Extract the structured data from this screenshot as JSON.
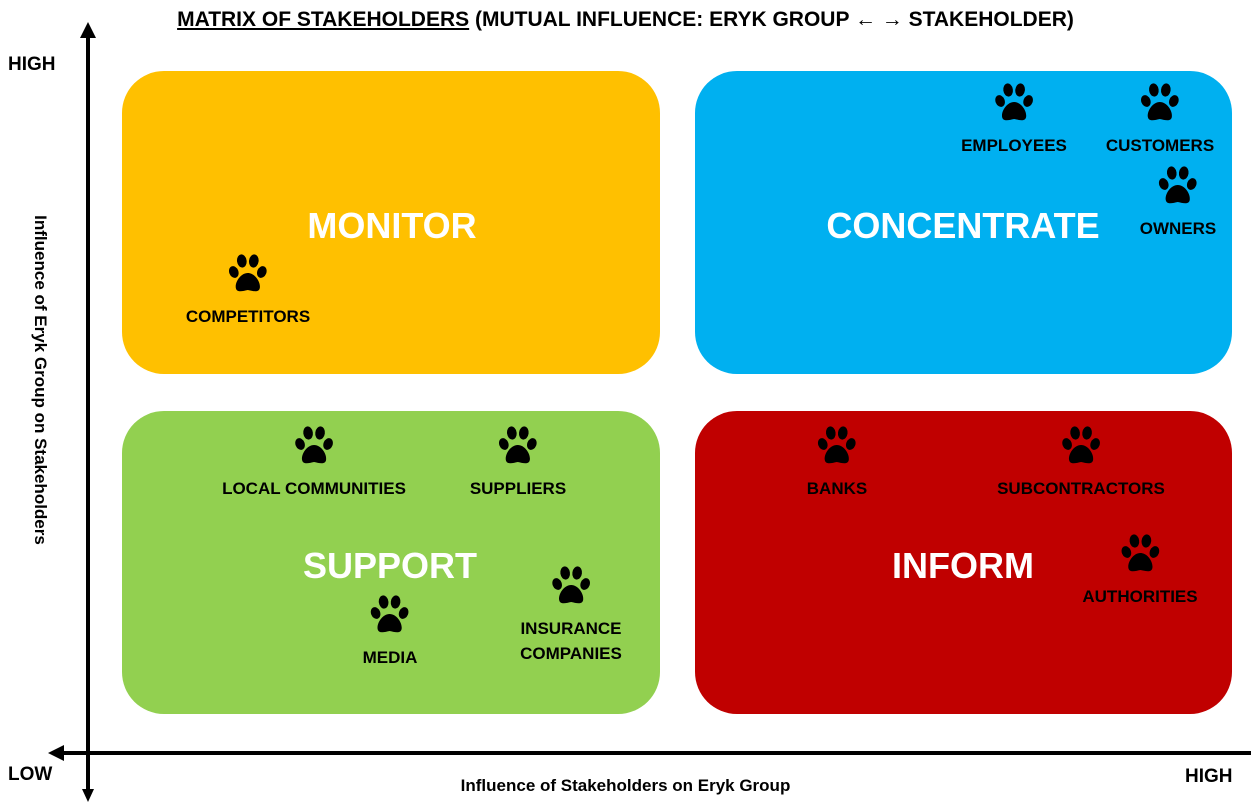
{
  "title": {
    "underlined": "MATRIX OF STAKEHOLDERS",
    "rest": " (MUTUAL INFLUENCE: ERYK GROUP ← → STAKEHOLDER)"
  },
  "axes": {
    "y_high": "HIGH",
    "low": "LOW",
    "x_high": "HIGH",
    "y_label": "Influence of Eryk Group on Stakeholders",
    "x_label": "Influence of Stakeholders on Eryk Group"
  },
  "colors": {
    "monitor": "#FFC000",
    "concentrate": "#00B0F0",
    "support": "#92D050",
    "inform": "#C00000"
  },
  "quadrants": {
    "monitor": {
      "label": "MONITOR",
      "stakeholders": [
        {
          "name": "COMPETITORS",
          "icon": "paw-icon"
        }
      ]
    },
    "concentrate": {
      "label": "CONCENTRATE",
      "stakeholders": [
        {
          "name": "EMPLOYEES",
          "icon": "paw-icon"
        },
        {
          "name": "CUSTOMERS",
          "icon": "paw-icon"
        },
        {
          "name": "OWNERS",
          "icon": "paw-icon"
        }
      ]
    },
    "support": {
      "label": "SUPPORT",
      "stakeholders": [
        {
          "name": "LOCAL COMMUNITIES",
          "icon": "paw-icon"
        },
        {
          "name": "SUPPLIERS",
          "icon": "paw-icon"
        },
        {
          "name": "MEDIA",
          "icon": "paw-icon"
        },
        {
          "name": "INSURANCE\nCOMPANIES",
          "icon": "paw-icon"
        }
      ]
    },
    "inform": {
      "label": "INFORM",
      "stakeholders": [
        {
          "name": "BANKS",
          "icon": "paw-icon"
        },
        {
          "name": "SUBCONTRACTORS",
          "icon": "paw-icon"
        },
        {
          "name": "AUTHORITIES",
          "icon": "paw-icon"
        }
      ]
    }
  }
}
